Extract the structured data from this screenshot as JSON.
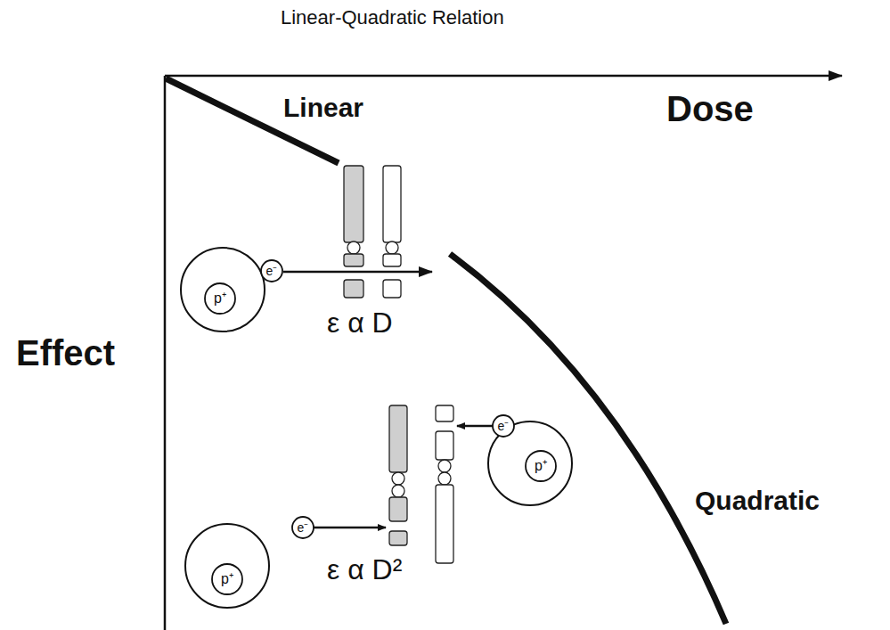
{
  "diagram": {
    "title": "Linear-Quadratic Relation",
    "nodes": [
      {
        "text": [
          "p⁺"
        ]
      },
      {
        "text": [
          "e⁻"
        ]
      },
      {
        "text": [
          "p⁺"
        ]
      },
      {
        "text": [
          "e⁻"
        ]
      },
      {
        "text": [
          "p⁺"
        ]
      },
      {
        "text": [
          "e⁻"
        ]
      }
    ],
    "labels": [
      "Dose",
      "Linear",
      "Effect",
      "ε α D",
      "Quadratic",
      "ε α D²"
    ]
  }
}
